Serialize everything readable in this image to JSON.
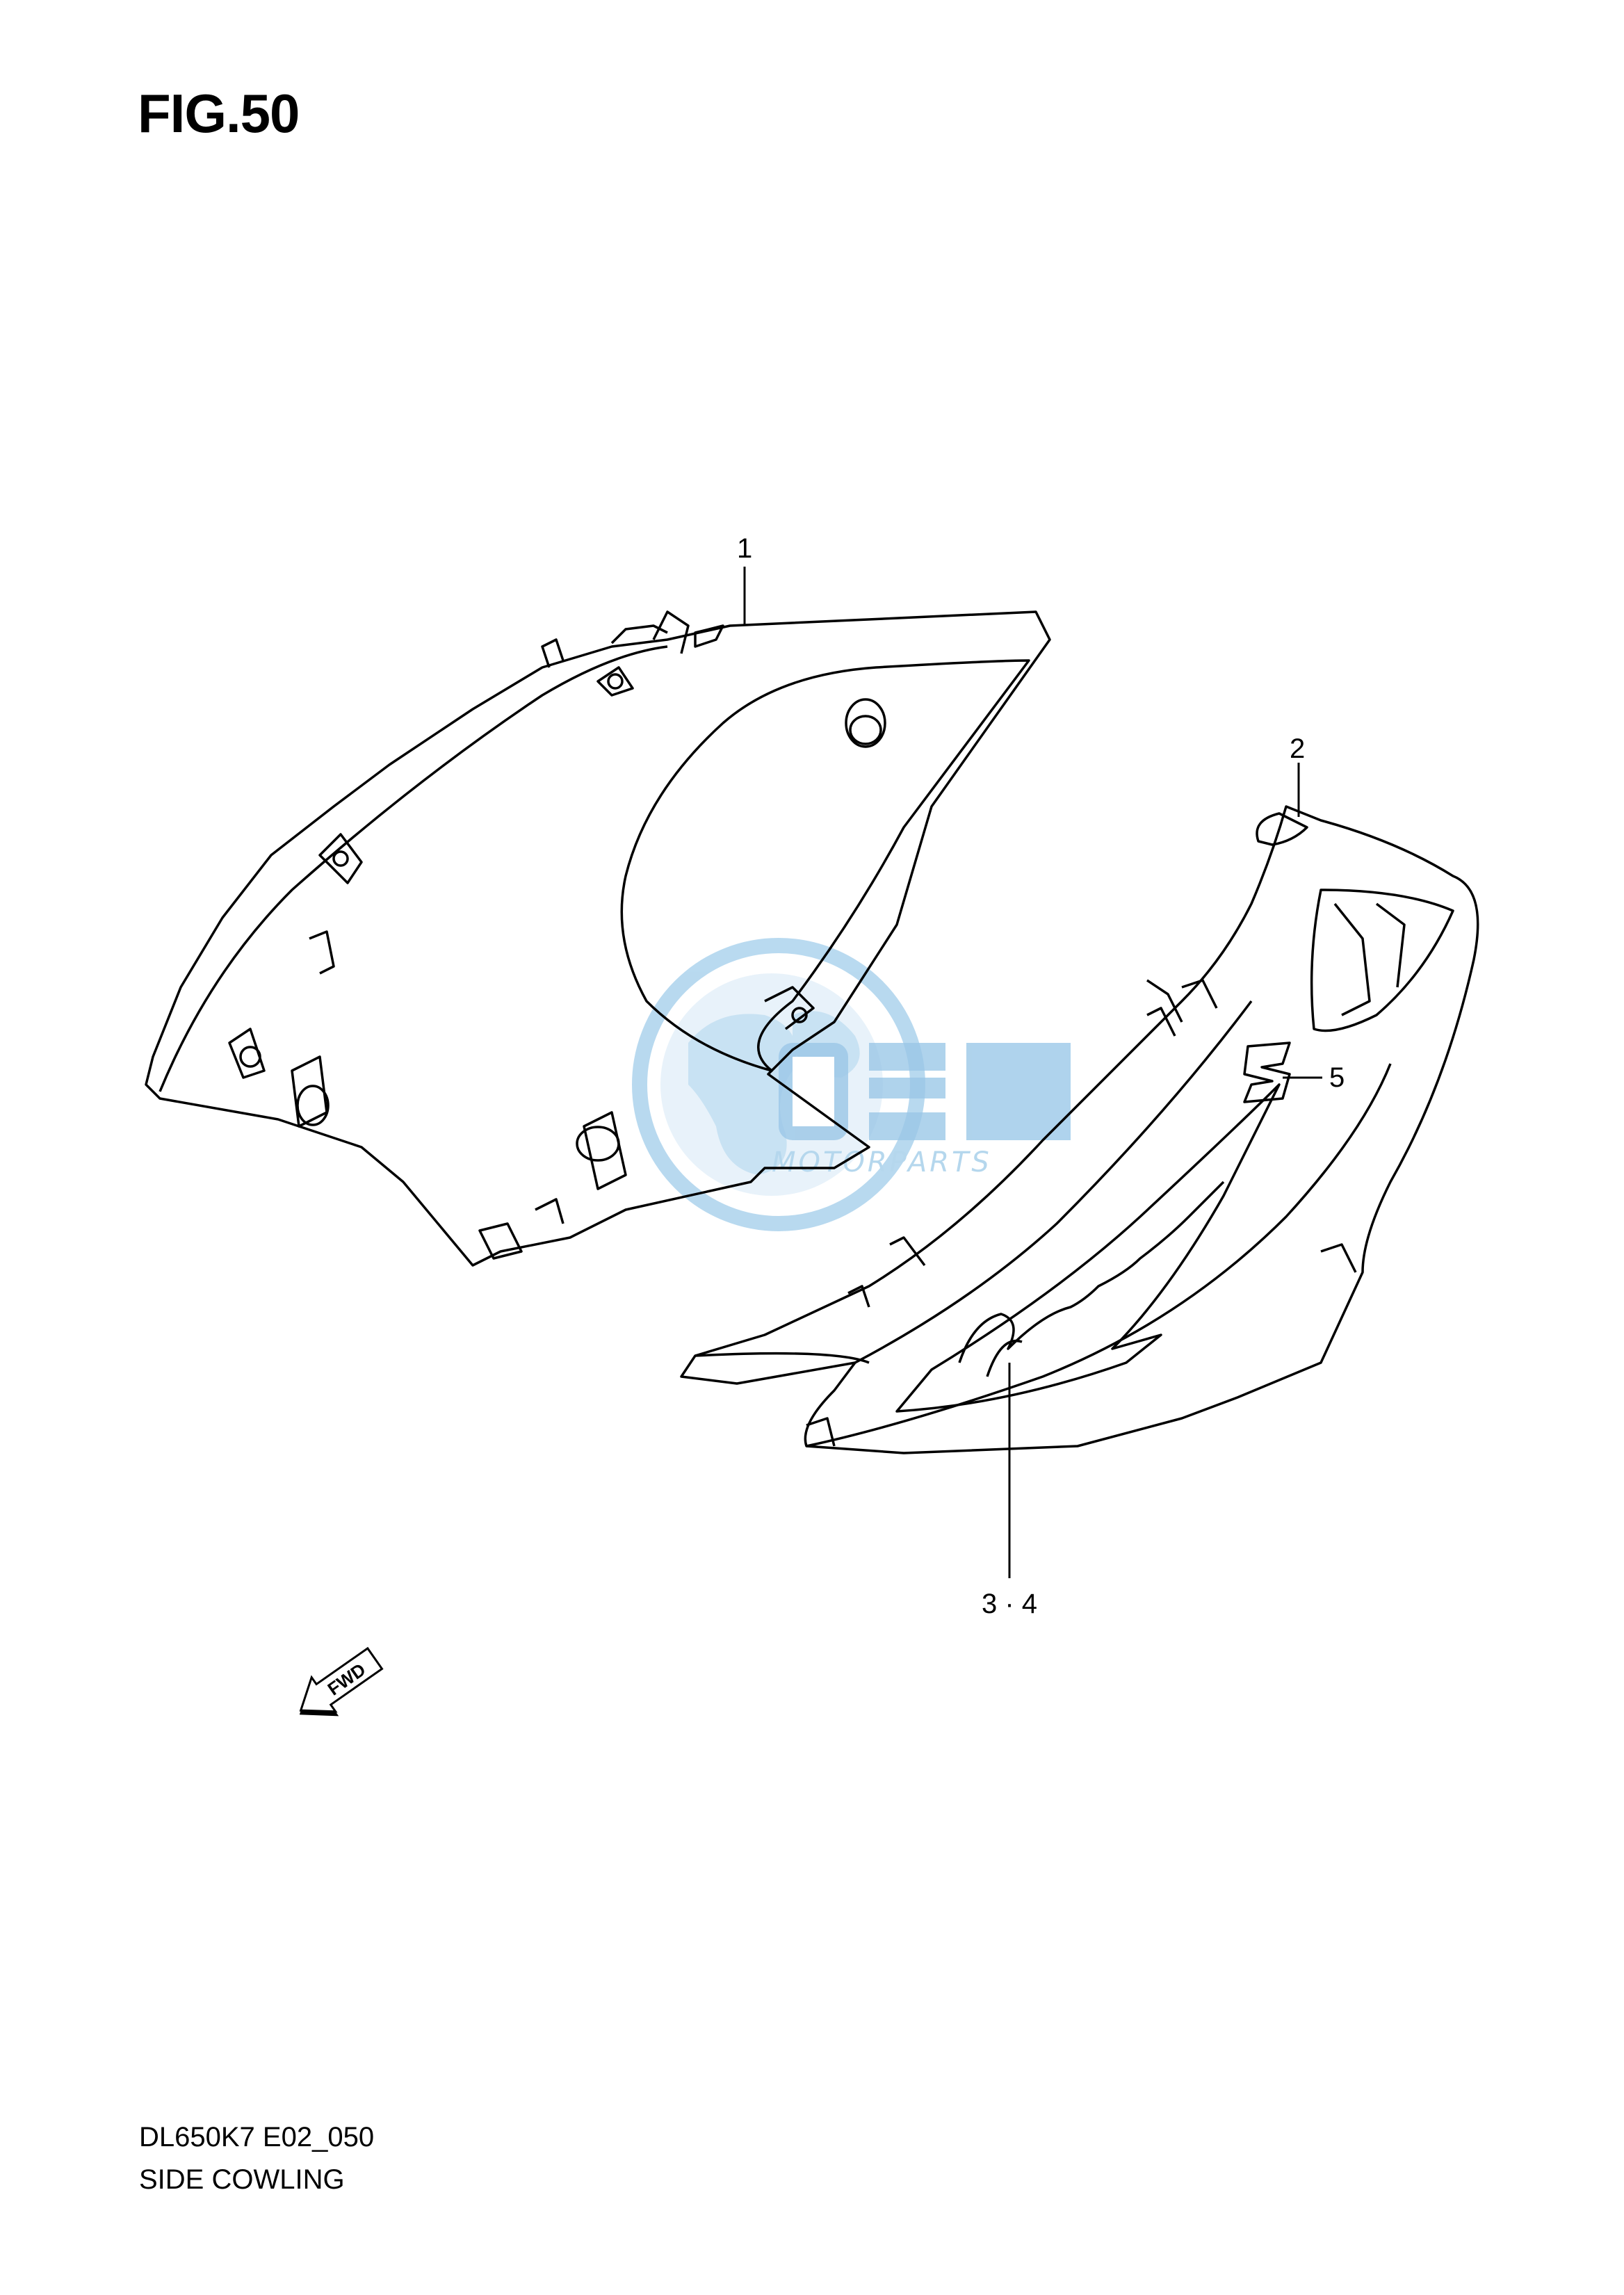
{
  "figure": {
    "title": "FIG.50",
    "code": "DL650K7 E02_050",
    "name": "SIDE COWLING"
  },
  "callouts": [
    {
      "label": "1"
    },
    {
      "label": "2"
    },
    {
      "label": "3 · 4"
    },
    {
      "label": "5"
    }
  ],
  "direction_marker": {
    "label": "FWD",
    "icon": "fwd-arrow-icon"
  },
  "watermark": {
    "text": "MOTORPARTS",
    "logo_text": "OEM",
    "color": "#79b7e0"
  },
  "colors": {
    "line": "#000000",
    "background": "#ffffff"
  }
}
